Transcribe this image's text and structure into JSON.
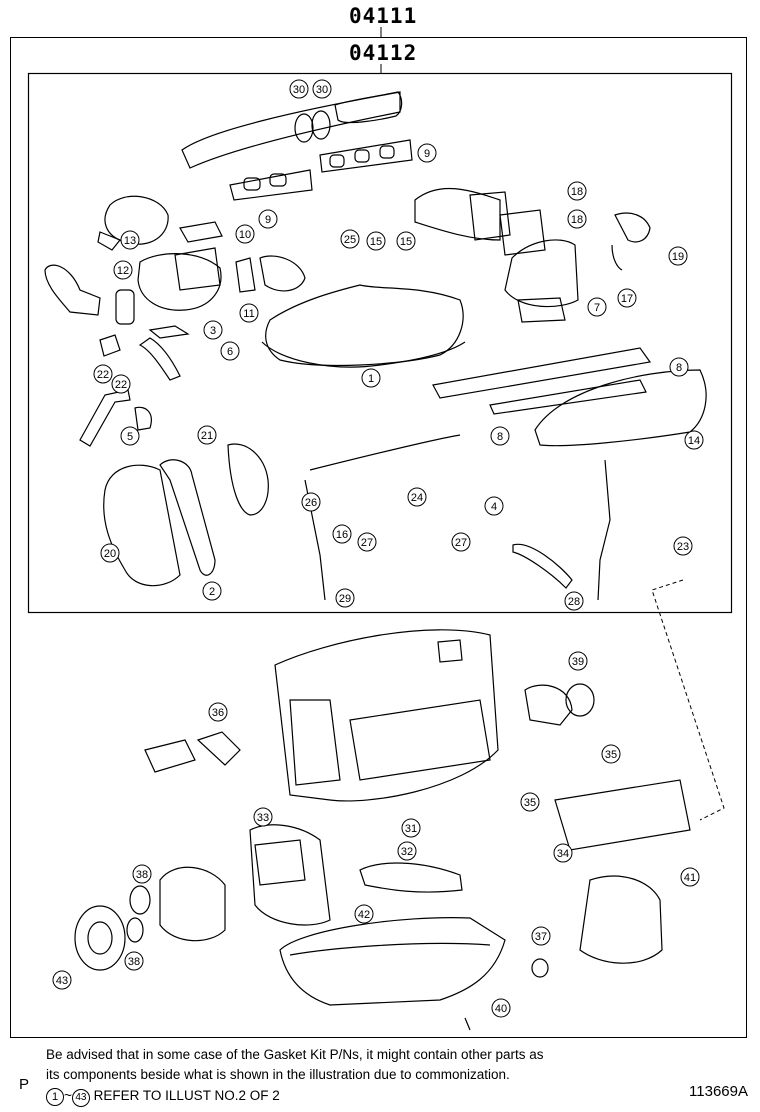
{
  "header": {
    "outer_kit": "04111",
    "inner_kit": "04112"
  },
  "callouts": [
    "1",
    "2",
    "3",
    "4",
    "5",
    "6",
    "7",
    "8",
    "8",
    "9",
    "9",
    "10",
    "11",
    "12",
    "13",
    "14",
    "15",
    "15",
    "16",
    "17",
    "18",
    "18",
    "19",
    "20",
    "21",
    "22",
    "22",
    "23",
    "24",
    "25",
    "26",
    "27",
    "27",
    "28",
    "29",
    "30",
    "30",
    "31",
    "32",
    "33",
    "34",
    "35",
    "35",
    "36",
    "37",
    "38",
    "38",
    "39",
    "40",
    "41",
    "42",
    "43"
  ],
  "footer": {
    "notice_line1": "Be advised that in some case of the Gasket Kit P/Ns,  it might contain other parts as",
    "notice_line2": "its components beside what is shown in the illustration due to commonization.",
    "refer_range_start": "1",
    "refer_range_sep": "~",
    "refer_range_end": "43",
    "refer_text": "REFER TO ILLUST NO.2 OF 2",
    "page_marker": "P",
    "illustration_code": "113669A"
  }
}
